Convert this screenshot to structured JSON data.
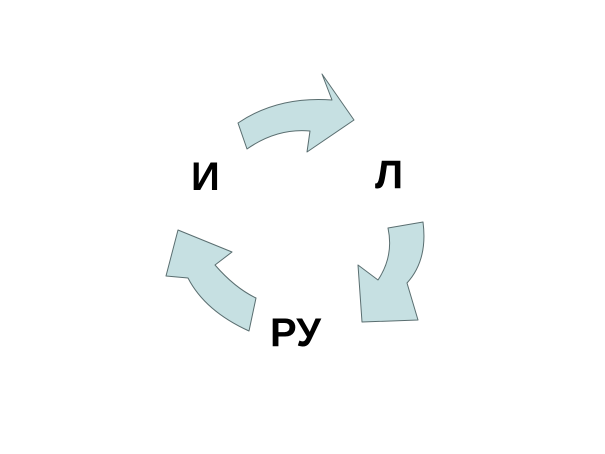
{
  "diagram": {
    "nodes": [
      {
        "id": "i",
        "label": "И"
      },
      {
        "id": "l",
        "label": "Л"
      },
      {
        "id": "ru",
        "label": "РУ"
      }
    ],
    "edges": [
      {
        "from": "i",
        "to": "l"
      },
      {
        "from": "l",
        "to": "ru"
      },
      {
        "from": "ru",
        "to": "i"
      }
    ],
    "colors": {
      "arrow_fill": "#c6e0e2",
      "arrow_stroke": "#5a6e70",
      "text": "#000000",
      "background": "#ffffff"
    }
  }
}
